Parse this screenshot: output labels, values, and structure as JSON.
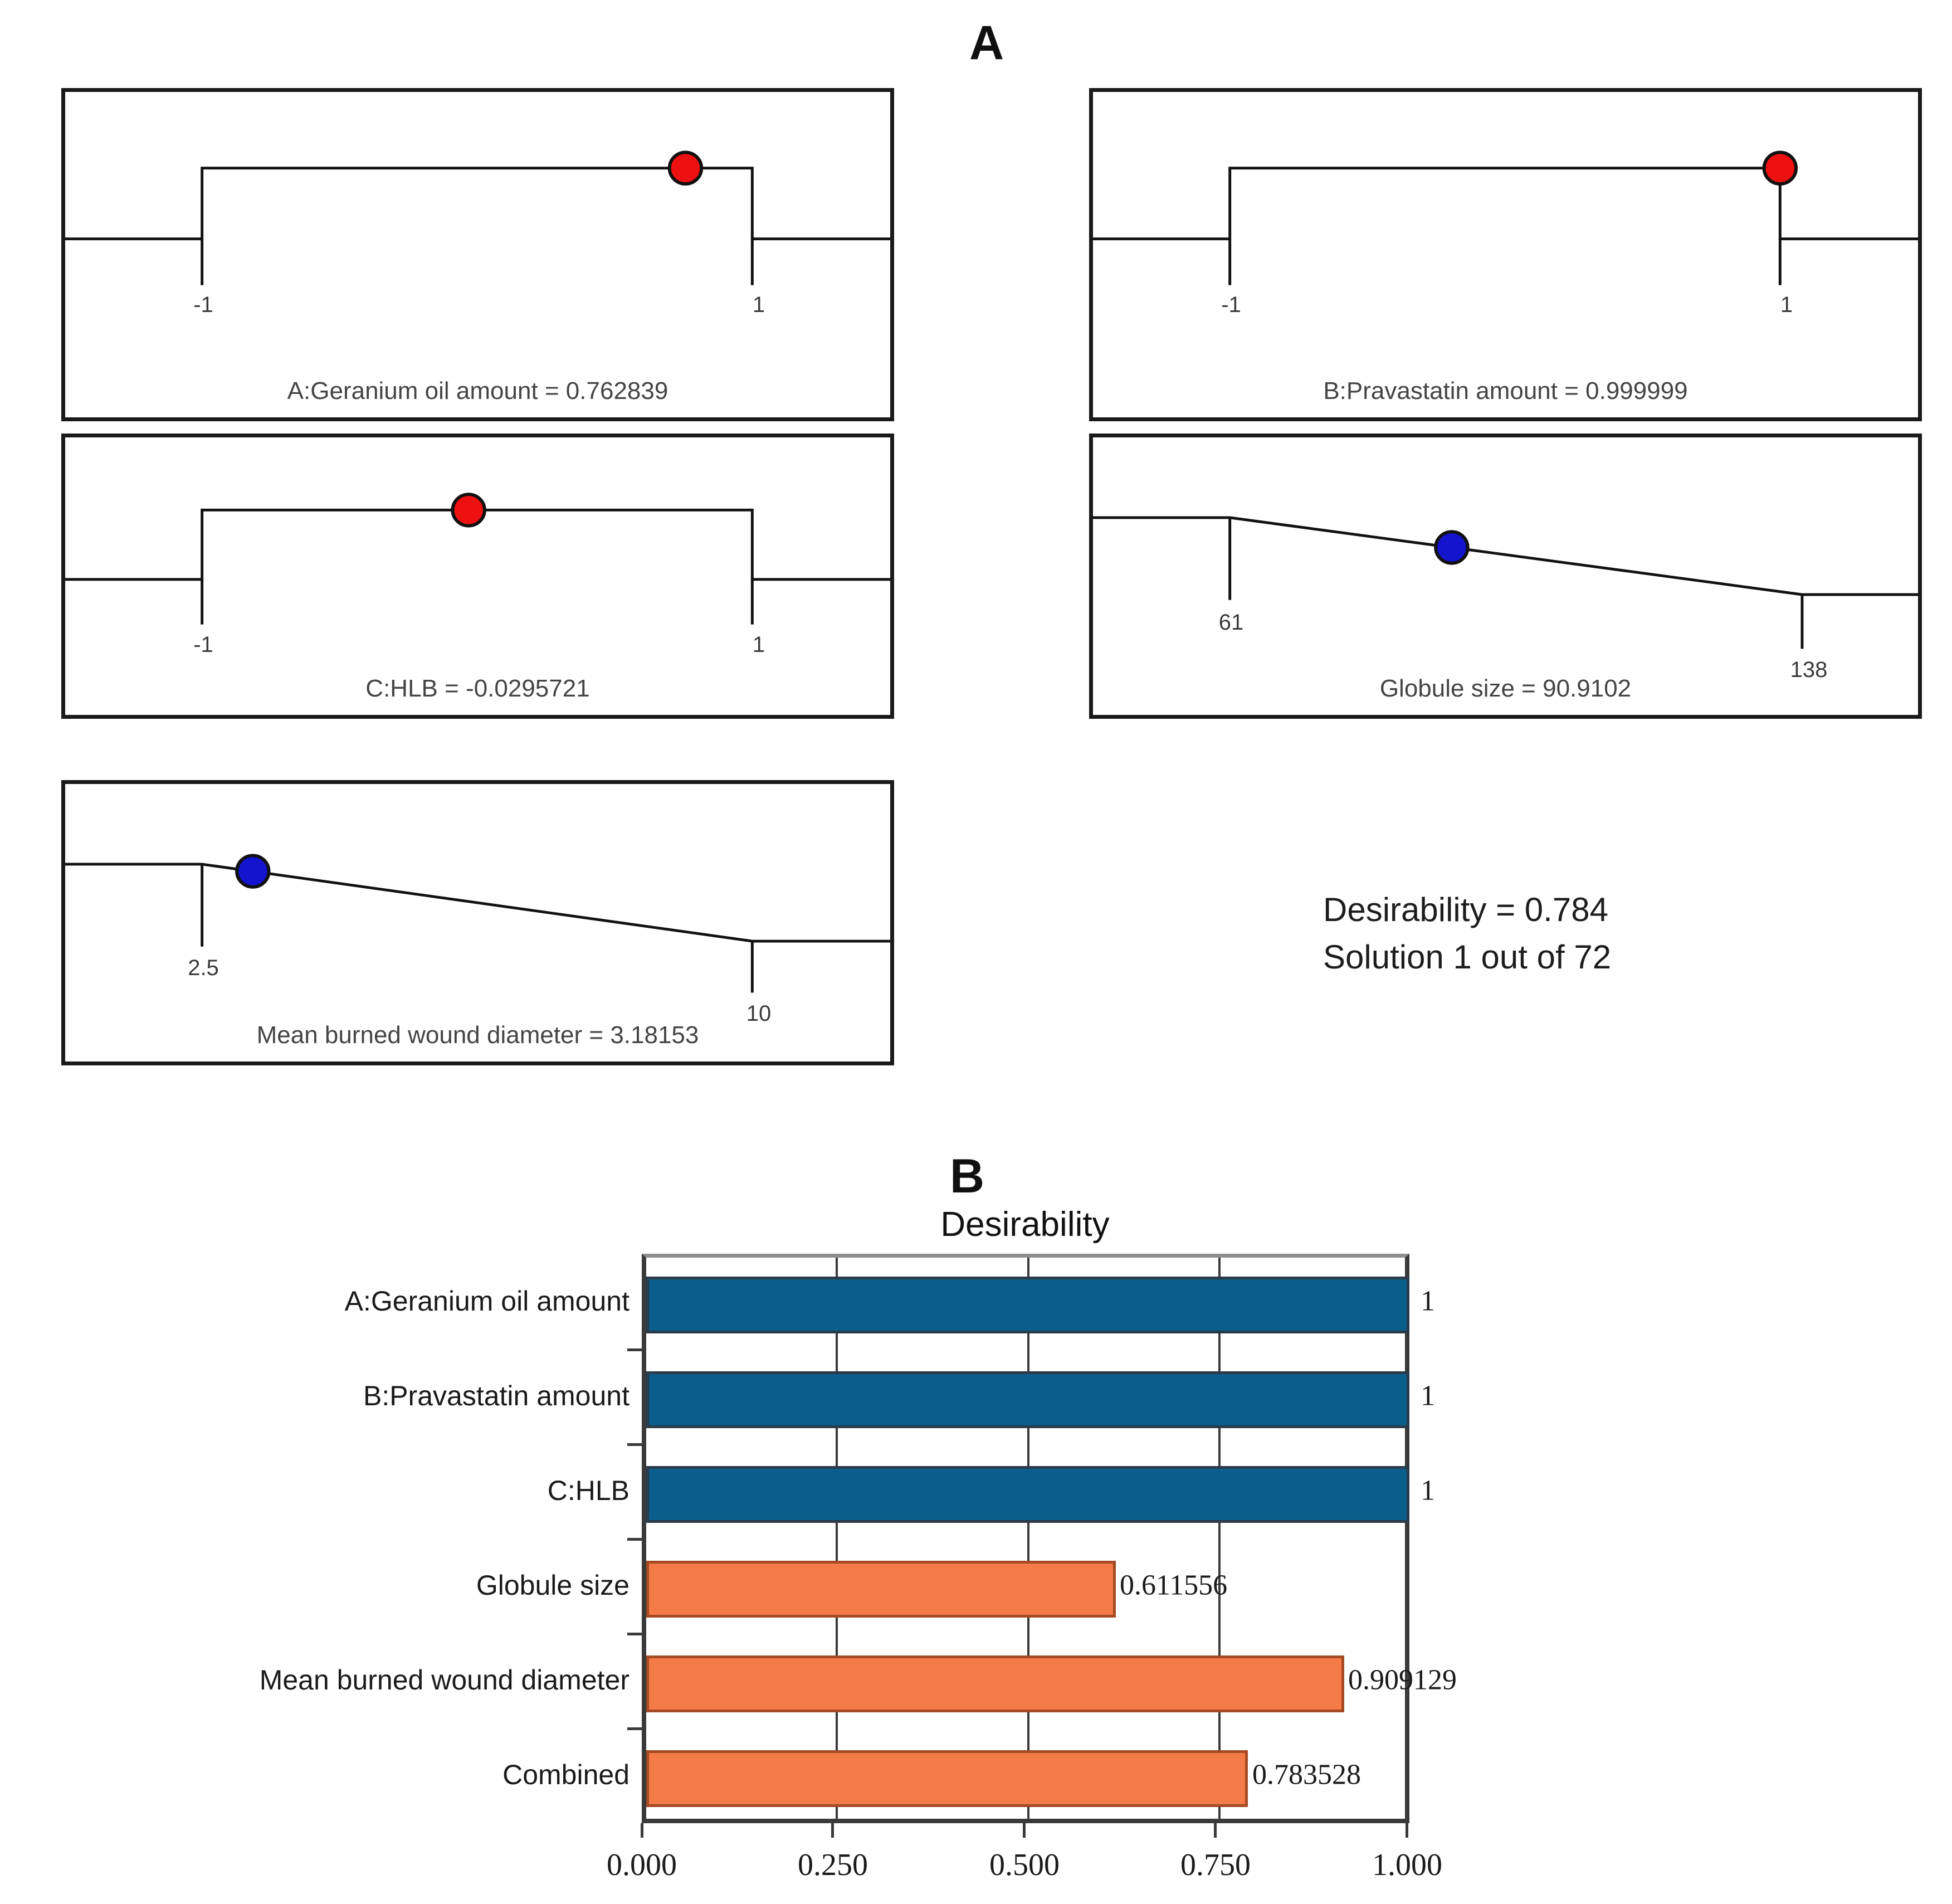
{
  "panels": {
    "a_label": "A",
    "b_label": "B"
  },
  "ramps": [
    {
      "caption": "A:Geranium oil amount  = 0.762839",
      "factor": "A:Geranium oil amount",
      "value": 0.762839,
      "low_tick": "-1",
      "high_tick": "1",
      "shape": "plateau",
      "marker_color": "#ee1111",
      "marker_pos": 0.88
    },
    {
      "caption": "B:Pravastatin amount  = 0.999999",
      "factor": "B:Pravastatin amount",
      "value": 0.999999,
      "low_tick": "-1",
      "high_tick": "1",
      "shape": "plateau",
      "marker_color": "#ee1111",
      "marker_pos": 1.0
    },
    {
      "caption": "C:HLB =  -0.0295721",
      "factor": "C:HLB",
      "value": -0.0295721,
      "low_tick": "-1",
      "high_tick": "1",
      "shape": "plateau",
      "marker_color": "#ee1111",
      "marker_pos": 0.485
    },
    {
      "caption": "Globule size =  90.9102",
      "factor": "Globule size",
      "value": 90.9102,
      "low_tick": "61",
      "high_tick": "138",
      "shape": "descending",
      "marker_color": "#1414cf",
      "marker_pos": 0.388
    },
    {
      "caption": "Mean burned wound diameter = 3.18153",
      "factor": "Mean burned wound diameter",
      "value": 3.18153,
      "low_tick": "2.5",
      "high_tick": "10",
      "shape": "descending",
      "marker_color": "#1414cf",
      "marker_pos": 0.091
    }
  ],
  "summary": {
    "desirability_line": "Desirability = 0.784",
    "solution_line": "Solution 1 out of 72"
  },
  "chart_data": {
    "type": "bar",
    "orientation": "horizontal",
    "title": "Desirability",
    "xlabel": "",
    "ylabel": "",
    "xlim": [
      0.0,
      1.0
    ],
    "grid": true,
    "legend": "none",
    "categories": [
      "A:Geranium oil amount",
      "B:Pravastatin amount",
      "C:HLB",
      "Globule size",
      "Mean burned wound diameter",
      "Combined"
    ],
    "values": [
      1,
      1,
      1,
      0.611556,
      0.909129,
      0.783528
    ],
    "value_labels": [
      "1",
      "1",
      "1",
      "0.611556",
      "0.909129",
      "0.783528"
    ],
    "bar_colors": [
      "#0a5e8c",
      "#0a5e8c",
      "#0a5e8c",
      "#f47a48",
      "#f47a48",
      "#f47a48"
    ],
    "xticks": [
      0.0,
      0.25,
      0.5,
      0.75,
      1.0
    ],
    "xtick_labels": [
      "0.000",
      "0.250",
      "0.500",
      "0.750",
      "1.000"
    ]
  },
  "colors": {
    "factor_bar": "#0a5e8c",
    "response_bar": "#f47a48",
    "marker_red": "#ee1111",
    "marker_blue": "#1414cf",
    "axis": "#3a3a3a"
  }
}
